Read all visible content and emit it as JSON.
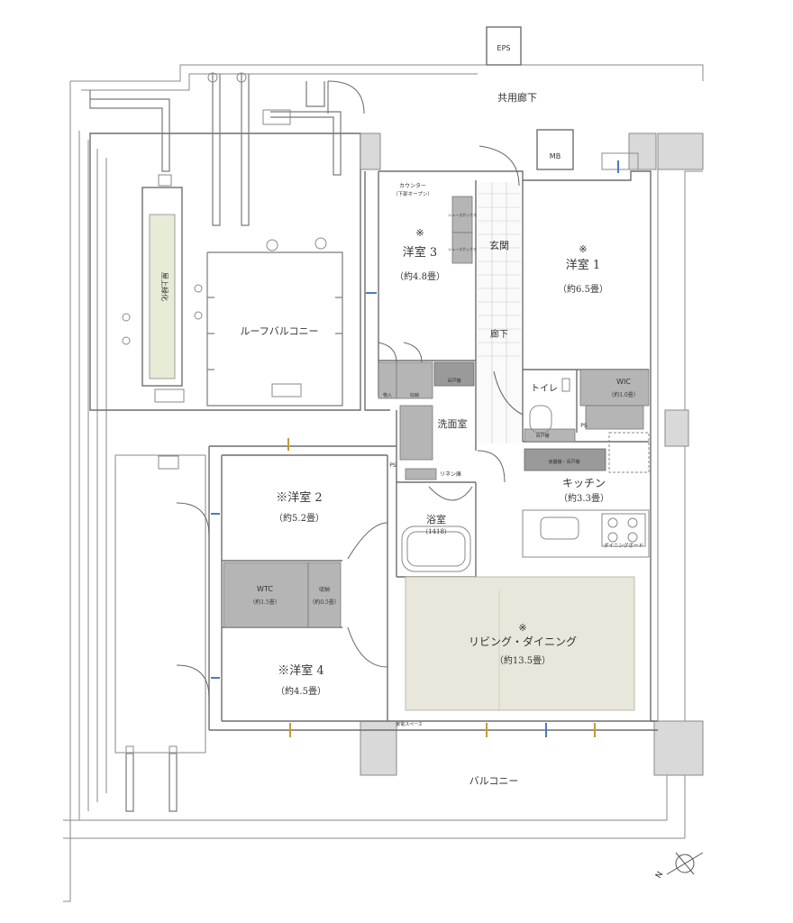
{
  "labels": {
    "eps": "EPS",
    "corridor": "共用廊下",
    "mb": "MB",
    "counter": "カウンター",
    "counter_sub": "（下部オープン）",
    "shoes1": "シューズボックス",
    "shoes2": "シューズボックス",
    "genkan": "玄関",
    "room3_mark": "※",
    "room3": "洋室 3",
    "room3_size": "（約4.8畳）",
    "room1_mark": "※",
    "room1": "洋室 1",
    "room1_size": "（約6.5畳）",
    "rooftop_green": "屋上緑化",
    "roof_balcony": "ルーフバルコニー",
    "hallway": "廊下",
    "toilet": "トイレ",
    "wic": "WIC",
    "wic_size": "（約1.0畳）",
    "closet_a": "物入",
    "closet_b": "収納",
    "hanging_a": "吊戸棚",
    "washroom": "洗面室",
    "linen": "リネン庫",
    "ps1": "PS",
    "ps2": "PS",
    "hanging_b": "吊戸棚",
    "kitchen_shelf": "食器棚・吊戸棚",
    "room2": "※洋室 2",
    "room2_size": "（約5.2畳）",
    "kitchen": "キッチン",
    "kitchen_size": "（約3.3畳）",
    "bath": "浴室",
    "bath_size": "（1418）",
    "dial": "ダイニングボード",
    "wtc": "WTC",
    "wtc_size": "（約1.5畳）",
    "storage": "収納",
    "storage_size": "（約0.5畳）",
    "ld_mark": "※",
    "ld": "リビング・ダイニング",
    "ld_size": "（約13.5畳）",
    "room4": "※洋室 4",
    "room4_size": "（約4.5畳）",
    "space": "家電スペース",
    "balcony": "バルコニー",
    "north": "N"
  },
  "colors": {
    "ld_fill": "#e9e7db",
    "wall": "#6e6e6e",
    "shelf": "#b5b5b5"
  }
}
